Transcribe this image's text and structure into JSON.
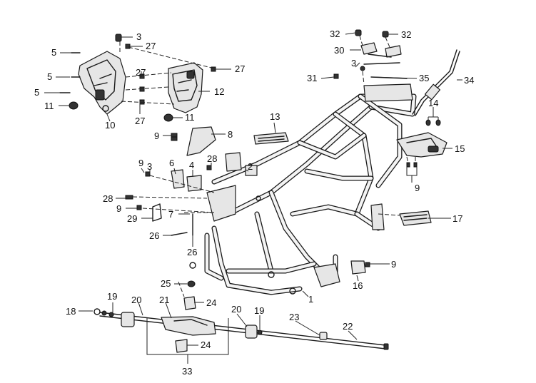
{
  "callouts": [
    {
      "id": "c3a",
      "text": "3"
    },
    {
      "id": "c27a",
      "text": "27"
    },
    {
      "id": "c5a",
      "text": "5"
    },
    {
      "id": "c5b",
      "text": "5"
    },
    {
      "id": "c5c",
      "text": "5"
    },
    {
      "id": "c27b",
      "text": "27"
    },
    {
      "id": "c27c",
      "text": "27"
    },
    {
      "id": "c27d",
      "text": "27"
    },
    {
      "id": "c12",
      "text": "12"
    },
    {
      "id": "c11a",
      "text": "11"
    },
    {
      "id": "c10",
      "text": "10"
    },
    {
      "id": "c11b",
      "text": "11"
    },
    {
      "id": "c9a",
      "text": "9"
    },
    {
      "id": "c8",
      "text": "8"
    },
    {
      "id": "c13",
      "text": "13"
    },
    {
      "id": "c32a",
      "text": "32"
    },
    {
      "id": "c32b",
      "text": "32"
    },
    {
      "id": "c30",
      "text": "30"
    },
    {
      "id": "c3b",
      "text": "3"
    },
    {
      "id": "c31",
      "text": "31"
    },
    {
      "id": "c35",
      "text": "35"
    },
    {
      "id": "c34",
      "text": "34"
    },
    {
      "id": "c14",
      "text": "14"
    },
    {
      "id": "c15",
      "text": "15"
    },
    {
      "id": "c9b",
      "text": "9"
    },
    {
      "id": "c17",
      "text": "17"
    },
    {
      "id": "c9c",
      "text": "9"
    },
    {
      "id": "c3c",
      "text": "3"
    },
    {
      "id": "c6",
      "text": "6"
    },
    {
      "id": "c4",
      "text": "4"
    },
    {
      "id": "c28a",
      "text": "28"
    },
    {
      "id": "c2",
      "text": "2"
    },
    {
      "id": "c28b",
      "text": "28"
    },
    {
      "id": "c9d",
      "text": "9"
    },
    {
      "id": "c7",
      "text": "7"
    },
    {
      "id": "c29",
      "text": "29"
    },
    {
      "id": "c26a",
      "text": "26"
    },
    {
      "id": "c26b",
      "text": "26"
    },
    {
      "id": "c9e",
      "text": "9"
    },
    {
      "id": "c16",
      "text": "16"
    },
    {
      "id": "c25",
      "text": "25"
    },
    {
      "id": "c1",
      "text": "1"
    },
    {
      "id": "c19a",
      "text": "19"
    },
    {
      "id": "c18",
      "text": "18"
    },
    {
      "id": "c20a",
      "text": "20"
    },
    {
      "id": "c21",
      "text": "21"
    },
    {
      "id": "c24a",
      "text": "24"
    },
    {
      "id": "c20b",
      "text": "20"
    },
    {
      "id": "c19b",
      "text": "19"
    },
    {
      "id": "c23",
      "text": "23"
    },
    {
      "id": "c22",
      "text": "22"
    },
    {
      "id": "c24b",
      "text": "24"
    },
    {
      "id": "c33",
      "text": "33"
    }
  ]
}
